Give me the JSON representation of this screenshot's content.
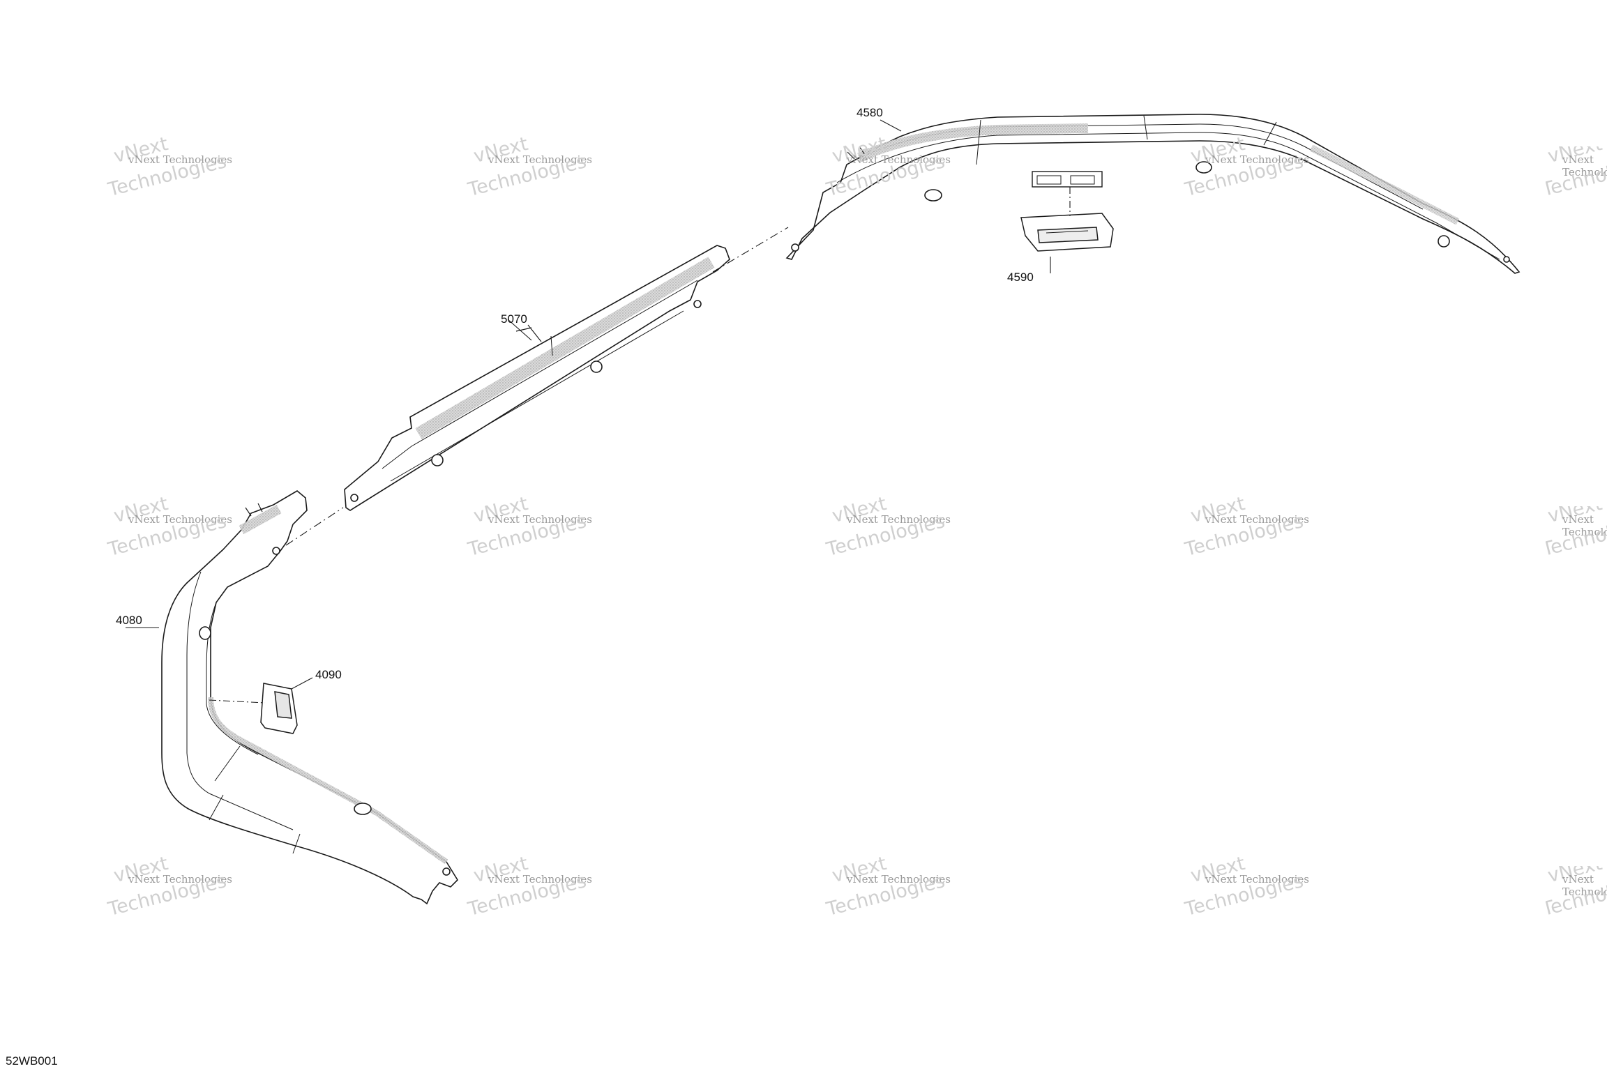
{
  "parts": {
    "p4580": "4580",
    "p4590": "4590",
    "p5070": "5070",
    "p4080": "4080",
    "p4090": "4090"
  },
  "reference_code": "52WB001",
  "watermark": {
    "company_line": "vNext Technologies",
    "big_top": "vNext",
    "big_bottom": "Technologies"
  },
  "colors": {
    "line": "#1a1a1a",
    "shade": "#bdbdbd",
    "watermark": "#c8c8c8"
  }
}
